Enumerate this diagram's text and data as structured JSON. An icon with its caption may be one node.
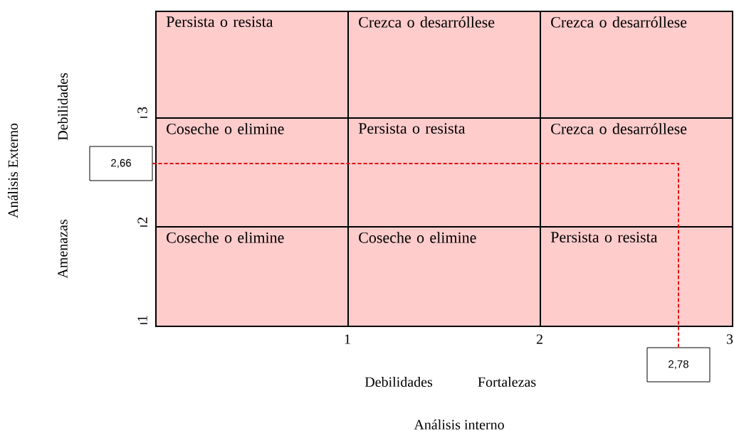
{
  "diagram": {
    "nodes": [
      {
        "text": [
          "Persista o resista"
        ]
      },
      {
        "text": [
          "Crezca o desarróllese"
        ]
      },
      {
        "text": [
          "Crezca o desarróllese"
        ]
      },
      {
        "text": [
          "Coseche o elimine"
        ]
      },
      {
        "text": [
          "Persista o resista"
        ]
      },
      {
        "text": [
          "Crezca o desarróllese"
        ]
      },
      {
        "text": [
          "Coseche o elimine"
        ]
      },
      {
        "text": [
          "Coseche o elimine"
        ]
      },
      {
        "text": [
          "Persista o resista"
        ]
      },
      {
        "text": [
          "2,66"
        ]
      },
      {
        "text": [
          "2,78"
        ]
      }
    ],
    "edges": [
      {
        "from": 9,
        "to": 10,
        "arrow": "none",
        "style": "dashed",
        "color": "#e00000"
      }
    ],
    "labels": [
      "Análisis Externo",
      "Debilidades",
      "Amenazas",
      "3",
      "2",
      "1",
      "1",
      "2",
      "3",
      "Debilidades",
      "Fortalezas",
      "Análisis interno"
    ]
  }
}
